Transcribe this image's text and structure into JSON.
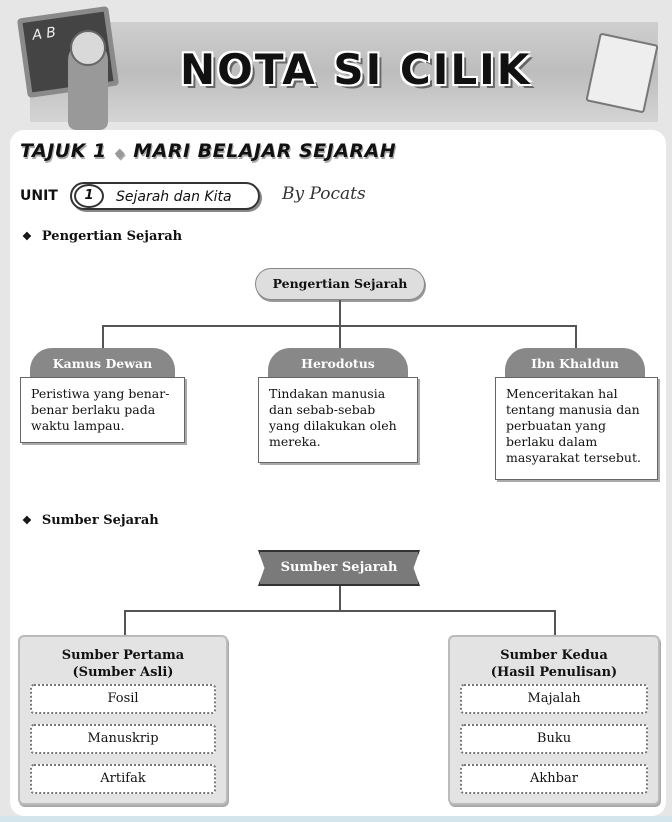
{
  "header": {
    "banner_title": "NOTA SI CILIK",
    "board_text": "A B"
  },
  "topic": {
    "label": "TAJUK 1",
    "separator": "◆",
    "title": "MARI BELAJAR SEJARAH"
  },
  "unit": {
    "label": "UNIT",
    "number": "1",
    "name": "Sejarah dan Kita",
    "byline": "By Pocats"
  },
  "section1": {
    "bullet": "❖",
    "heading": "Pengertian Sejarah",
    "root": "Pengertian Sejarah",
    "definitions": [
      {
        "source": "Kamus Dewan",
        "text": "Peristiwa yang benar-benar berlaku pada waktu lampau."
      },
      {
        "source": "Herodotus",
        "text": "Tindakan manusia dan sebab-sebab yang dilakukan oleh mereka."
      },
      {
        "source": "Ibn Khaldun",
        "text": "Menceritakan hal tentang manusia dan perbuatan yang berlaku dalam masyarakat tersebut."
      }
    ]
  },
  "section2": {
    "bullet": "❖",
    "heading": "Sumber Sejarah",
    "root": "Sumber Sejarah",
    "groups": [
      {
        "title": "Sumber Pertama",
        "subtitle": "(Sumber Asli)",
        "items": [
          "Fosil",
          "Manuskrip",
          "Artifak"
        ]
      },
      {
        "title": "Sumber Kedua",
        "subtitle": "(Hasil Penulisan)",
        "items": [
          "Majalah",
          "Buku",
          "Akhbar"
        ]
      }
    ]
  }
}
